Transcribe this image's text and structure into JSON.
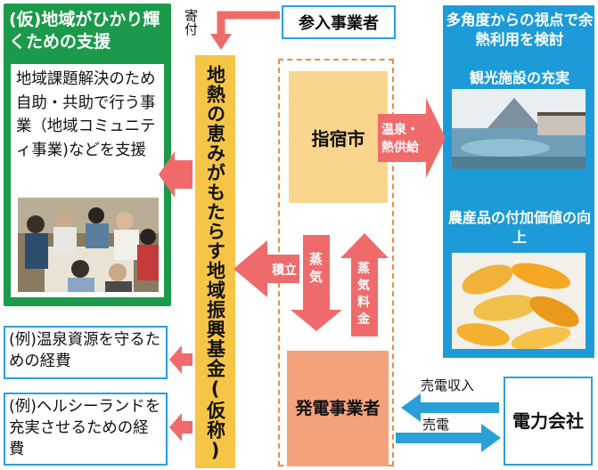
{
  "green_box": {
    "title": "(仮)地域がひかり輝くための支援",
    "body": "地域課題解決のため自助・共助で行う事業（地域コミュニティ事業)などを支援"
  },
  "examples": [
    "(例)温泉資源を守るための経費",
    "(例)ヘルシーランドを充実させるための経費"
  ],
  "fund": {
    "label": "地熱の恵みがもたらす地域振興基金(仮称)"
  },
  "participants": {
    "label": "参入事業者"
  },
  "kifu": {
    "label": "寄付"
  },
  "city": {
    "label": "指宿市"
  },
  "generator": {
    "label": "発電事業者"
  },
  "arrows": {
    "onsen_heat": "温泉・熱供給",
    "reserve": "積立",
    "steam": "蒸気",
    "steam_fee": "蒸気料金",
    "sale_income": "売電収入",
    "sale": "売電"
  },
  "blue_box": {
    "title": "多角度からの視点で余熱利用を検討",
    "sub1": "観光施設の充実",
    "sub2": "農産品の付加価値の向上"
  },
  "power_company": {
    "label": "電力会社"
  },
  "colors": {
    "green": "#1a9a4a",
    "blue": "#1d9bd8",
    "fund_yellow": "#f6c545",
    "city_peach": "#f9d58d",
    "generator_salmon": "#f3a27c",
    "arrow_red": "#ef6b6b",
    "arrow_blue": "#2a9fd8",
    "dashed_orange": "#f08a3c"
  }
}
